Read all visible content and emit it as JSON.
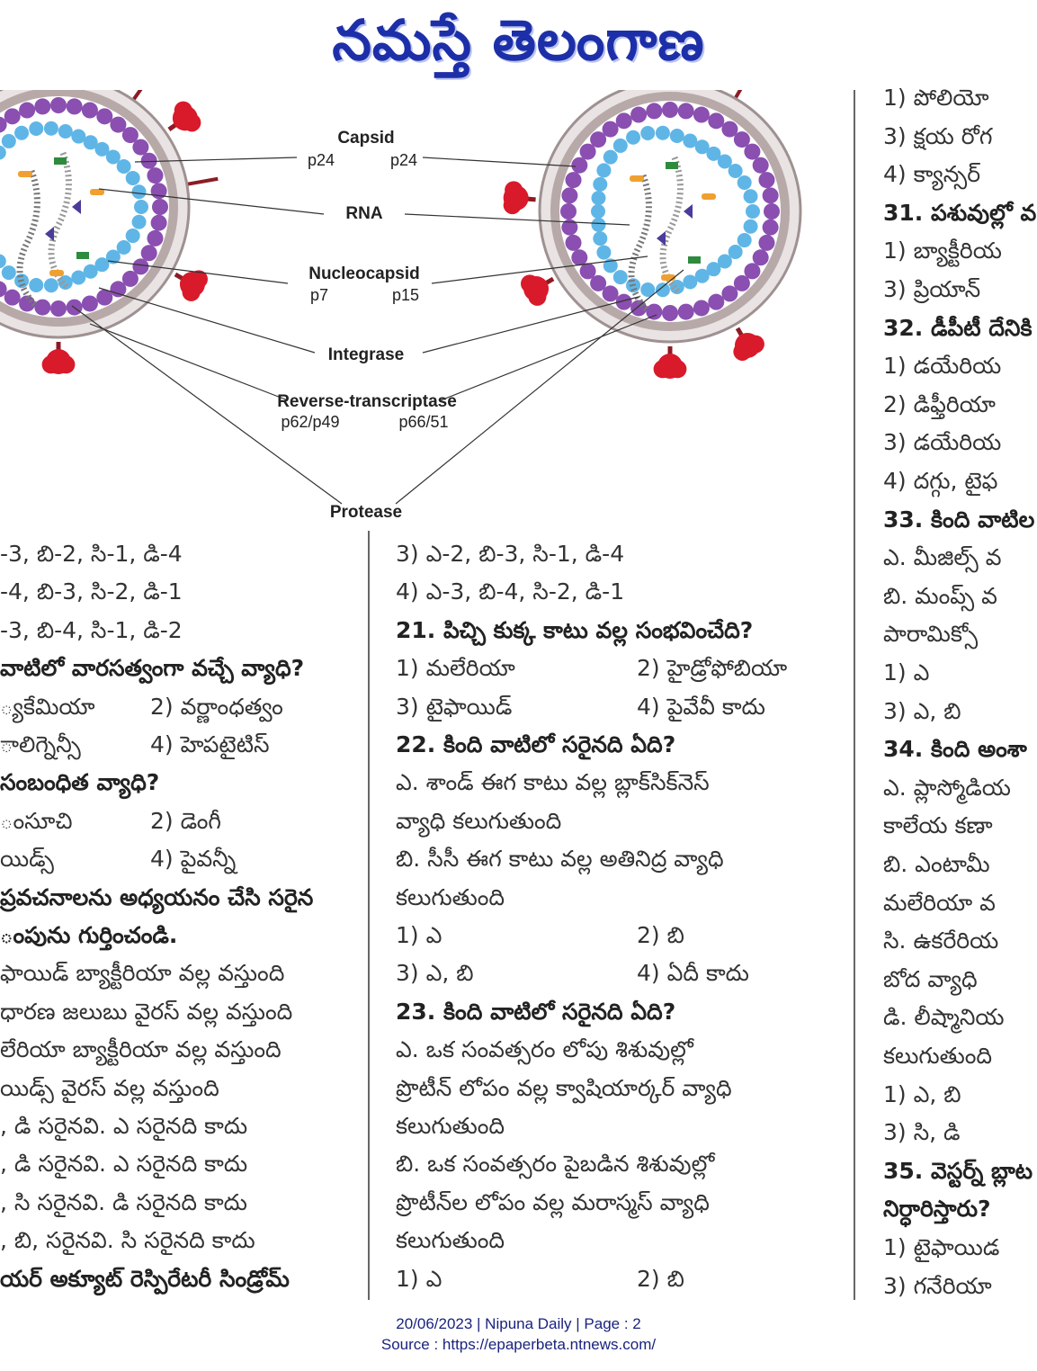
{
  "masthead": {
    "title": "నమస్తే తెలంగాణ"
  },
  "diagram": {
    "labels": {
      "capsid": "Capsid",
      "capsid_left": "p24",
      "capsid_right": "p24",
      "rna": "RNA",
      "nucleocapsid": "Nucleocapsid",
      "nucleocapsid_left": "p7",
      "nucleocapsid_right": "p15",
      "integrase": "Integrase",
      "rt": "Reverse-transcriptase",
      "rt_left": "p62/p49",
      "rt_right": "p66/51",
      "protease": "Protease"
    }
  },
  "left_column": [
    {
      "text": "-3, బి-2, సి-1, డి-4",
      "q": false
    },
    {
      "text": "-4, బి-3, సి-2, డి-1",
      "q": false
    },
    {
      "text": "-3, బి-4, సి-1, డి-2",
      "q": false
    },
    {
      "text": "వాటిలో వారసత్వంగా వచ్చే వ్యాధి?",
      "q": true
    },
    {
      "text": "్యకేమియా",
      "q": false,
      "col2": "2) వర్ణాంధత్వం"
    },
    {
      "text": "ాలిగ్నెన్సీ",
      "q": false,
      "col2": "4) హెపటైటిస్"
    },
    {
      "text": "సంబంధిత వ్యాధి?",
      "q": true
    },
    {
      "text": "ంసూచి",
      "q": false,
      "col2": "2) డెంగీ"
    },
    {
      "text": "యిడ్స్",
      "q": false,
      "col2": "4) పైవన్నీ"
    },
    {
      "text": "ప్రవచనాలను అధ్యయనం చేసి సరైన",
      "q": true
    },
    {
      "text": "ంపును గుర్తించండి.",
      "q": true
    },
    {
      "text": "ఫాయిడ్ బ్యాక్టీరియా వల్ల వస్తుంది",
      "q": false
    },
    {
      "text": "ధారణ జలుబు వైరస్ వల్ల వస్తుంది",
      "q": false
    },
    {
      "text": "లేరియా బ్యాక్టీరియా వల్ల వస్తుంది",
      "q": false
    },
    {
      "text": "యిడ్స్ వైరస్ వల్ల వస్తుంది",
      "q": false
    },
    {
      "text": ", డి సరైనవి. ఎ సరైనది కాదు",
      "q": false
    },
    {
      "text": ", డి సరైనవి. ఎ సరైనది కాదు",
      "q": false
    },
    {
      "text": ", సి సరైనవి. డి సరైనది కాదు",
      "q": false
    },
    {
      "text": ", బి, సరైనవి. సి సరైనది కాదు",
      "q": false
    },
    {
      "text": "యర్ అక్యూట్ రెస్పిరేటరీ సిండ్రోమ్",
      "q": true
    }
  ],
  "middle_column": [
    {
      "text": "3) ఎ-2, బి-3, సి-1, డి-4",
      "q": false
    },
    {
      "text": "4) ఎ-3, బి-4, సి-2, డి-1",
      "q": false
    },
    {
      "text": "21. పిచ్చి కుక్క కాటు వల్ల సంభవించేది?",
      "q": true
    },
    {
      "text": "1) మలేరియా",
      "q": false,
      "col2": "2) హైడ్రోఫోబియా"
    },
    {
      "text": "3) టైఫాయిడ్",
      "q": false,
      "col2": "4) పైవేవీ కాదు"
    },
    {
      "text": "22. కింది వాటిలో సరైనది ఏది?",
      "q": true
    },
    {
      "text": "ఎ. శాండ్ ఈగ కాటు వల్ల బ్లాక్‌సిక్‌నెస్",
      "q": false
    },
    {
      "text": "వ్యాధి కలుగుతుంది",
      "q": false
    },
    {
      "text": "బి. సీసీ ఈగ కాటు వల్ల అతినిద్ర వ్యాధి",
      "q": false
    },
    {
      "text": "కలుగుతుంది",
      "q": false
    },
    {
      "text": "1) ఎ",
      "q": false,
      "col2": "2) బి"
    },
    {
      "text": "3) ఎ, బి",
      "q": false,
      "col2": "4) ఏదీ కాదు"
    },
    {
      "text": "23. కింది వాటిలో సరైనది ఏది?",
      "q": true
    },
    {
      "text": "ఎ. ఒక సంవత్సరం లోపు శిశువుల్లో",
      "q": false
    },
    {
      "text": "ప్రొటీన్ లోపం వల్ల క్వాషియార్కర్ వ్యాధి",
      "q": false
    },
    {
      "text": "కలుగుతుంది",
      "q": false
    },
    {
      "text": "బి. ఒక సంవత్సరం పైబడిన శిశువుల్లో",
      "q": false
    },
    {
      "text": "ప్రొటీన్‌ల లోపం వల్ల మరాస్మస్ వ్యాధి",
      "q": false
    },
    {
      "text": "కలుగుతుంది",
      "q": false
    },
    {
      "text": "1) ఎ",
      "q": false,
      "col2": "2) బి"
    }
  ],
  "right_column": [
    {
      "text": "1) పోలియో",
      "q": false
    },
    {
      "text": "3) క్షయ రోగ",
      "q": false
    },
    {
      "text": "4) క్యాన్సర్",
      "q": false
    },
    {
      "text": "31. పశువుల్లో వ",
      "q": true
    },
    {
      "text": "1) బ్యాక్టీరియ",
      "q": false
    },
    {
      "text": "3) ప్రియాన్",
      "q": false
    },
    {
      "text": "32. డీపీటీ దేనికి",
      "q": true
    },
    {
      "text": "1) డయేరియ",
      "q": false
    },
    {
      "text": "2) డిఫ్తీరియా",
      "q": false
    },
    {
      "text": "3) డయేరియ",
      "q": false
    },
    {
      "text": "4) దగ్గు, టైఫ",
      "q": false
    },
    {
      "text": "33. కింది వాటిల",
      "q": true
    },
    {
      "text": "ఎ. మీజిల్స్ వ",
      "q": false
    },
    {
      "text": "బి. మంప్స్ వ",
      "q": false
    },
    {
      "text": "పారామిక్సో",
      "q": false
    },
    {
      "text": "1) ఎ",
      "q": false
    },
    {
      "text": "3) ఎ, బి",
      "q": false
    },
    {
      "text": "34. కింది అంశా",
      "q": true
    },
    {
      "text": "ఎ. ప్లాస్మోడియ",
      "q": false
    },
    {
      "text": "కాలేయ కణా",
      "q": false
    },
    {
      "text": "బి. ఎంటామీ",
      "q": false
    },
    {
      "text": "మలేరియా వ",
      "q": false
    },
    {
      "text": "సి. ఉకరేరియ",
      "q": false
    },
    {
      "text": "బోద వ్యాధి",
      "q": false
    },
    {
      "text": "డి. లీష్మానియ",
      "q": false
    },
    {
      "text": "కలుగుతుంది",
      "q": false
    },
    {
      "text": "1) ఎ, బి",
      "q": false
    },
    {
      "text": "3) సి, డి",
      "q": false
    },
    {
      "text": "35. వెస్టర్న్ బ్లాట",
      "q": true
    },
    {
      "text": "నిర్ధారిస్తారు?",
      "q": true
    },
    {
      "text": "1) టైఫాయిడ",
      "q": false
    },
    {
      "text": "3) గనేరియా",
      "q": false
    }
  ],
  "footer": {
    "line1": "20/06/2023 | Nipuna Daily | Page : 2",
    "line2": "Source : https://epaperbeta.ntnews.com/"
  },
  "colors": {
    "masthead": "#1d2fa8",
    "capsid_bead": "#5fb6e6",
    "matrix_bead": "#8a4fb0",
    "envelope": "#b8a9a9",
    "glycoprotein": "#d81a2b",
    "footer_text": "#1a237e"
  }
}
